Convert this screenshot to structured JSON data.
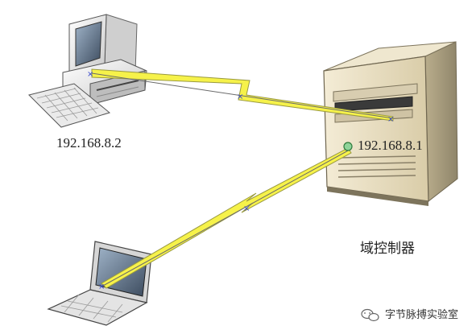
{
  "nodes": {
    "desktop": {
      "ip": "192.168.8.2"
    },
    "server": {
      "ip": "192.168.8.1",
      "caption": "域控制器"
    },
    "laptop": {}
  },
  "links": [
    {
      "from": "desktop",
      "to": "server",
      "style": "lightning"
    },
    {
      "from": "laptop",
      "to": "server",
      "style": "lightning"
    }
  ],
  "watermark": {
    "text": "字节脉搏实验室",
    "icon": "wechat-icon"
  },
  "colors": {
    "link_fill": "#f6f24a",
    "link_stroke": "#9a9a40",
    "server_body": "#e9dfc4"
  }
}
